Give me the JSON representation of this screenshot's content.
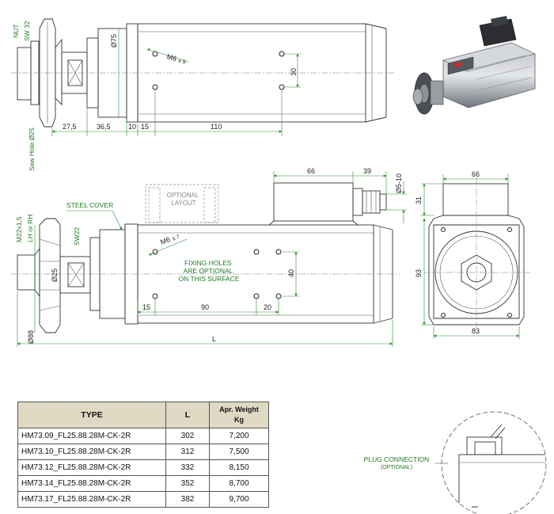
{
  "top_view": {
    "nut_label": "NUT",
    "sw_label": "SW 32",
    "diameter_label": "Ø75",
    "thread_label": "M6",
    "thread_depth": "x 9",
    "spacing_label": "30",
    "saw_hole_label": "Saw Hole Ø25",
    "dims": [
      "27,5",
      "36,5",
      "10",
      "15",
      "110"
    ]
  },
  "front_view": {
    "thread_label": "M22x1,5",
    "thread_hand": "LH or RH",
    "steel_cover_label": "STEEL COVER",
    "optional_layout_label": "OPTIONAL\nLAYOUT",
    "sw_label": "SW22",
    "shaft_label": "Ø25",
    "flange_label": "Ø88",
    "hole_label": "M6",
    "hole_depth": "x 7",
    "fixing_note": "FIXING  HOLES\nARE  OPTIONAL\nON THIS SURFACE",
    "dims": [
      "66",
      "39",
      "Ø5-10",
      "40",
      "15",
      "90",
      "20",
      "L"
    ]
  },
  "side_view": {
    "dims": [
      "66",
      "31",
      "93",
      "83"
    ]
  },
  "plug_connection": {
    "label": "PLUG CONNECTION",
    "sublabel": "(OPTIONAL)"
  },
  "table": {
    "headers": {
      "type": "TYPE",
      "length": "L",
      "weight": "Apr. Weight",
      "weight_unit": "Kg"
    },
    "rows": [
      {
        "type": "HM73.09_FL25.88.28M-CK-2R",
        "L": "302",
        "weight": "7,200"
      },
      {
        "type": "HM73.10_FL25.88.28M-CK-2R",
        "L": "312",
        "weight": "7,500"
      },
      {
        "type": "HM73.12_FL25.88.28M-CK-2R",
        "L": "332",
        "weight": "8,150"
      },
      {
        "type": "HM73.14_FL25.88.28M-CK-2R",
        "L": "352",
        "weight": "8,700"
      },
      {
        "type": "HM73.17_FL25.88.28M-CK-2R",
        "L": "382",
        "weight": "9,700"
      }
    ]
  }
}
